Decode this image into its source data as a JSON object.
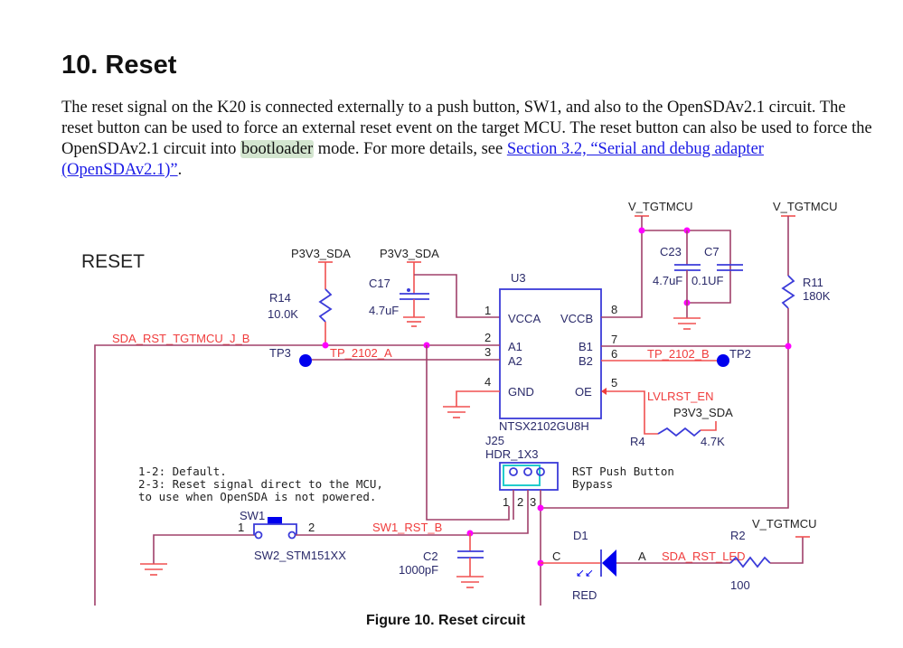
{
  "section": {
    "heading": "10.  Reset",
    "para_part1": "The reset signal on the K20 is connected externally to a push button, SW1, and also to the OpenSDAv2.1 circuit.  The reset button can be used to force an external reset event on the target MCU. The reset button can also be used to force the OpenSDAv2.1 circuit into ",
    "para_highlight": "bootloader",
    "para_part2": " mode.  For more details, see ",
    "link_text": "Section 3.2, “Serial and debug adapter (OpenSDAv2.1)”",
    "para_end": "."
  },
  "schematic": {
    "title": "RESET",
    "nets": {
      "p3v3_1": "P3V3_SDA",
      "p3v3_2": "P3V3_SDA",
      "p3v3_3": "P3V3_SDA",
      "vtgt_1": "V_TGTMCU",
      "vtgt_2": "V_TGTMCU",
      "vtgt_3": "V_TGTMCU",
      "sda_rst": "SDA_RST_TGTMCU_J_B",
      "tp2102a": "TP_2102_A",
      "tp2102b": "TP_2102_B",
      "lvlrst": "LVLRST_EN",
      "sw1rst": "SW1_RST_B",
      "sdaled": "SDA_RST_LED"
    },
    "components": {
      "r14": {
        "ref": "R14",
        "value": "10.0K"
      },
      "c17": {
        "ref": "C17",
        "value": "4.7uF"
      },
      "u3": {
        "ref": "U3",
        "part": "NTSX2102GU8H",
        "pins": {
          "p1": "1",
          "p2": "2",
          "p3": "3",
          "p4": "4",
          "p5": "5",
          "p6": "6",
          "p7": "7",
          "p8": "8"
        },
        "pin_names": {
          "vcca": "VCCA",
          "vccb": "VCCB",
          "a1": "A1",
          "a2": "A2",
          "b1": "B1",
          "b2": "B2",
          "gnd": "GND",
          "oe": "OE"
        }
      },
      "c23": {
        "ref": "C23",
        "value": "4.7uF"
      },
      "c7": {
        "ref": "C7",
        "value": "0.1UF"
      },
      "r11": {
        "ref": "R11",
        "value": "180K"
      },
      "tp3": {
        "ref": "TP3"
      },
      "tp2": {
        "ref": "TP2"
      },
      "r4": {
        "ref": "R4",
        "value": "4.7K"
      },
      "j25": {
        "ref": "J25",
        "part": "HDR_1X3",
        "pin1": "1",
        "pin2": "2",
        "pin3": "3"
      },
      "sw1": {
        "ref": "SW1",
        "part": "SW2_STM151XX",
        "pin1": "1",
        "pin2": "2"
      },
      "c2": {
        "ref": "C2",
        "value": "1000pF"
      },
      "d1": {
        "ref": "D1",
        "color": "RED",
        "cathode": "C",
        "anode": "A"
      },
      "r2": {
        "ref": "R2",
        "value": "100"
      }
    },
    "notes": {
      "line1": "1-2: Default.",
      "line2": "2-3: Reset signal direct to the MCU,",
      "line3": "to use when OpenSDA is not powered.",
      "bypass1": "RST Push Button",
      "bypass2": "Bypass"
    }
  },
  "caption": "Figure 10.   Reset circuit"
}
